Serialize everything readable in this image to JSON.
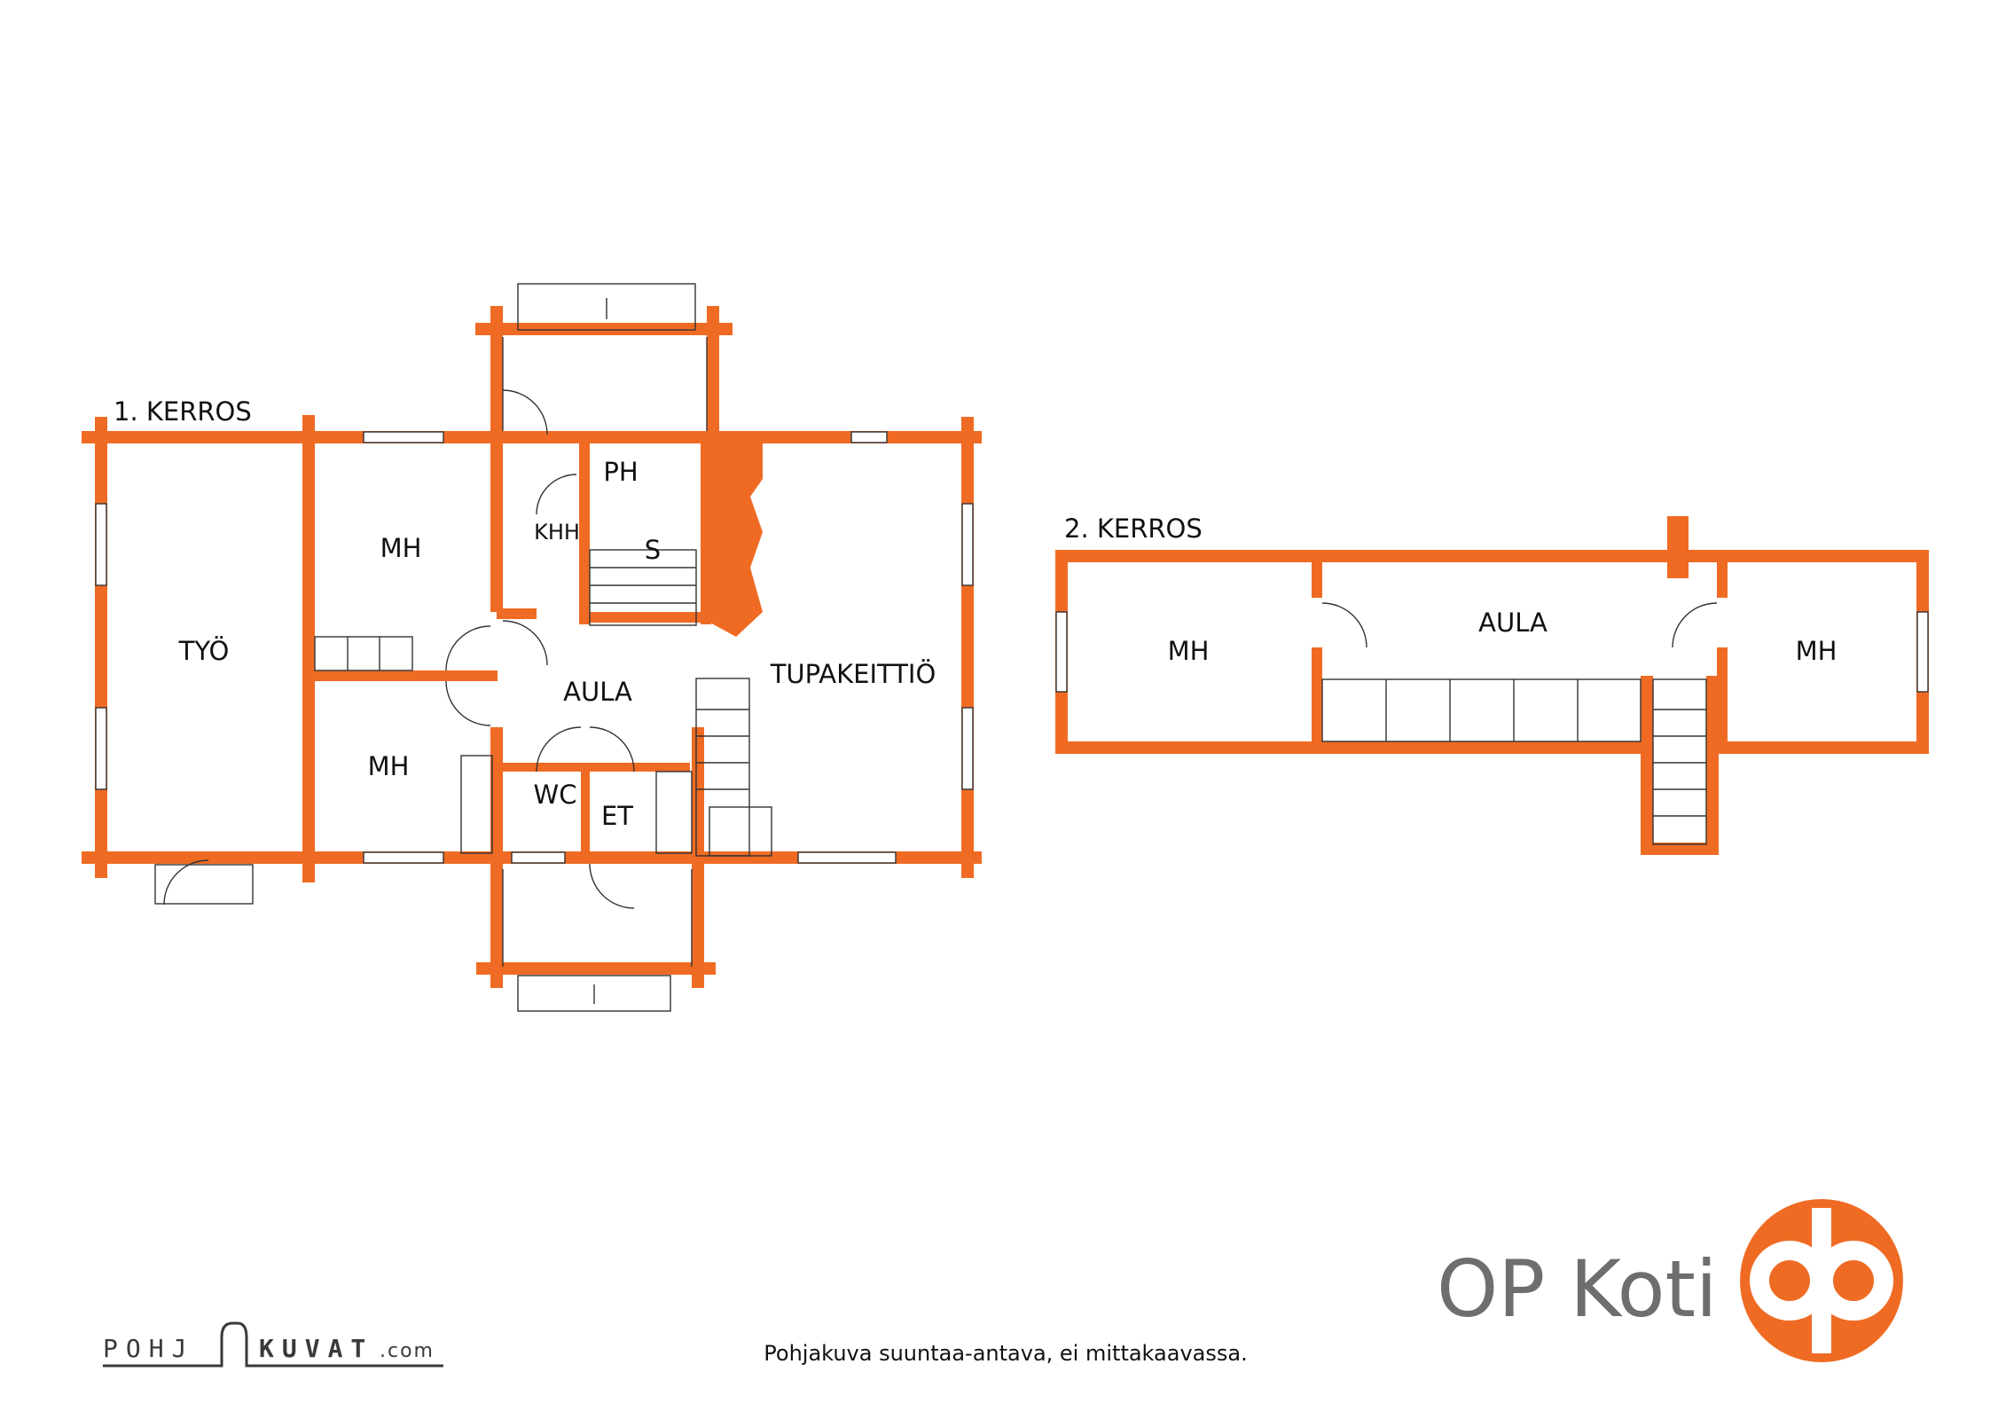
{
  "floors": {
    "first": {
      "label": "1. KERROS",
      "rooms": {
        "tyo": "TYÖ",
        "mh_upper": "MH",
        "mh_lower": "MH",
        "ph": "PH",
        "khh": "KHH",
        "s": "S",
        "aula": "AULA",
        "tupakeittio": "TUPAKEITTIÖ",
        "wc": "WC",
        "et": "ET"
      }
    },
    "second": {
      "label": "2. KERROS",
      "rooms": {
        "mh_left": "MH",
        "aula": "AULA",
        "mh_right": "MH"
      }
    }
  },
  "footer": {
    "disclaimer": "Pohjakuva suuntaa-antava, ei mittakaavassa.",
    "pohjakuvat_left": "POHJ",
    "pohjakuvat_right": "KUVAT",
    "pohjakuvat_domain": ".com"
  },
  "brand": {
    "name": "OP Koti",
    "logo_icon": "op-logo-icon"
  },
  "colors": {
    "wall": "#EF6B24",
    "brand_text": "#6d6e70",
    "logo": "#EF6B24"
  }
}
